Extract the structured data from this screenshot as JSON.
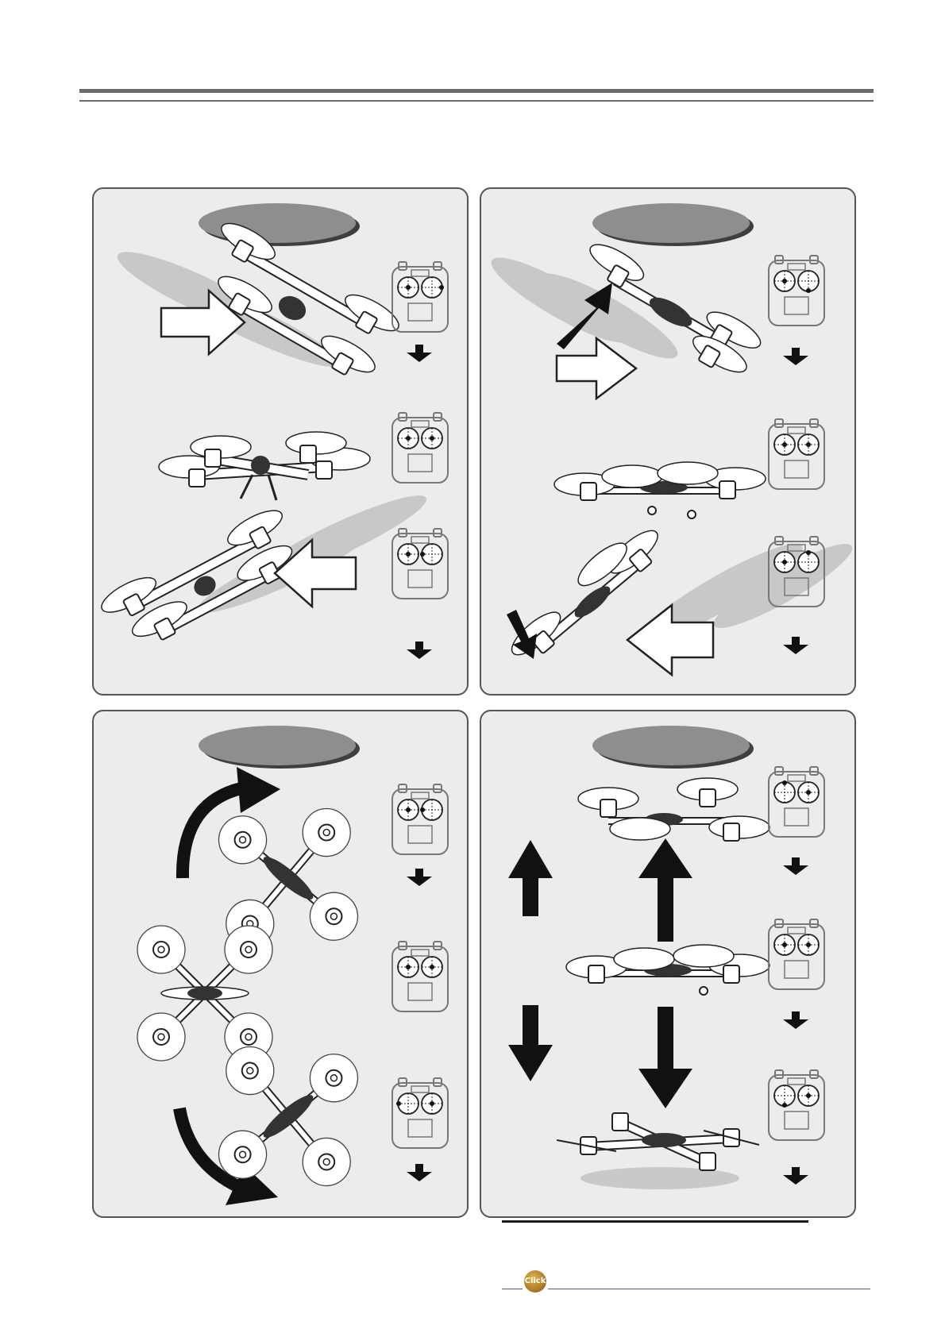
{
  "footer": {
    "click_label": "Click"
  },
  "panels": [
    {
      "id": "panel-1",
      "badge_text": ""
    },
    {
      "id": "panel-2",
      "badge_text": ""
    },
    {
      "id": "panel-3",
      "badge_text": ""
    },
    {
      "id": "panel-4",
      "badge_text": ""
    }
  ],
  "colors": {
    "panel_bg": "#ececec",
    "badge": "#8e8e8e",
    "badge_shadow": "#3f3f3f",
    "rule": "#6b6b6b",
    "link_line": "#4a5a9a"
  }
}
